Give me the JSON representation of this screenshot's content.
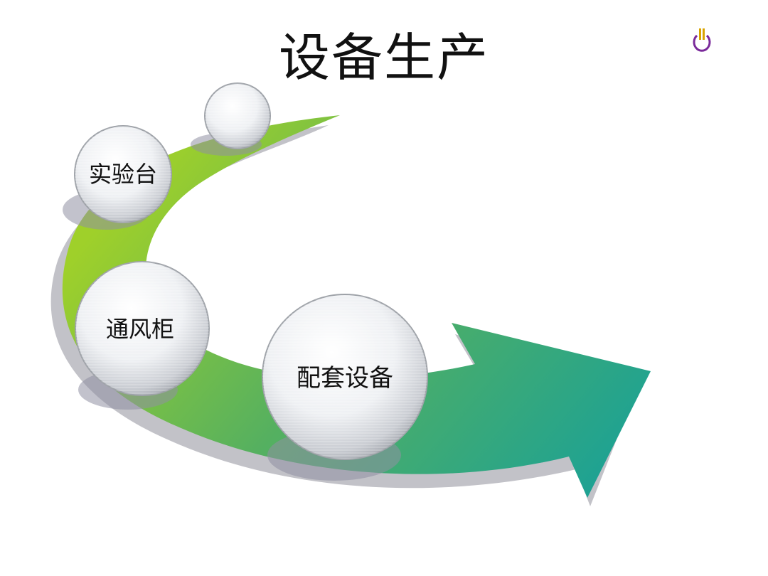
{
  "slide": {
    "title": "设备生产"
  },
  "diagram": {
    "nodes": [
      {
        "label": "实验台"
      },
      {
        "label": "通风柜"
      },
      {
        "label": "配套设备"
      },
      {
        "label": ""
      }
    ],
    "arrow_colors": {
      "start": "#9fd02a",
      "mid": "#55b060",
      "end": "#16a09a"
    },
    "shadow_color": "#bdbdc5"
  },
  "logo_icon": "power-symbol-icon"
}
